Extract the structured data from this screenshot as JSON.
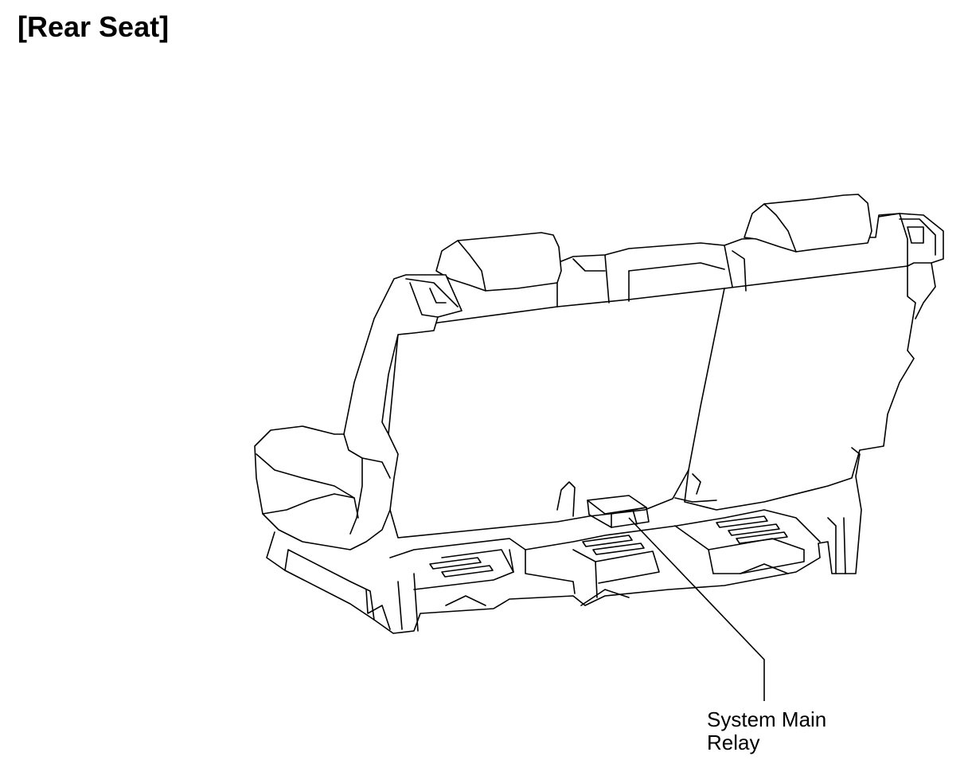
{
  "title": "[Rear Seat]",
  "callout": {
    "line1": "System Main",
    "line2": "Relay"
  }
}
